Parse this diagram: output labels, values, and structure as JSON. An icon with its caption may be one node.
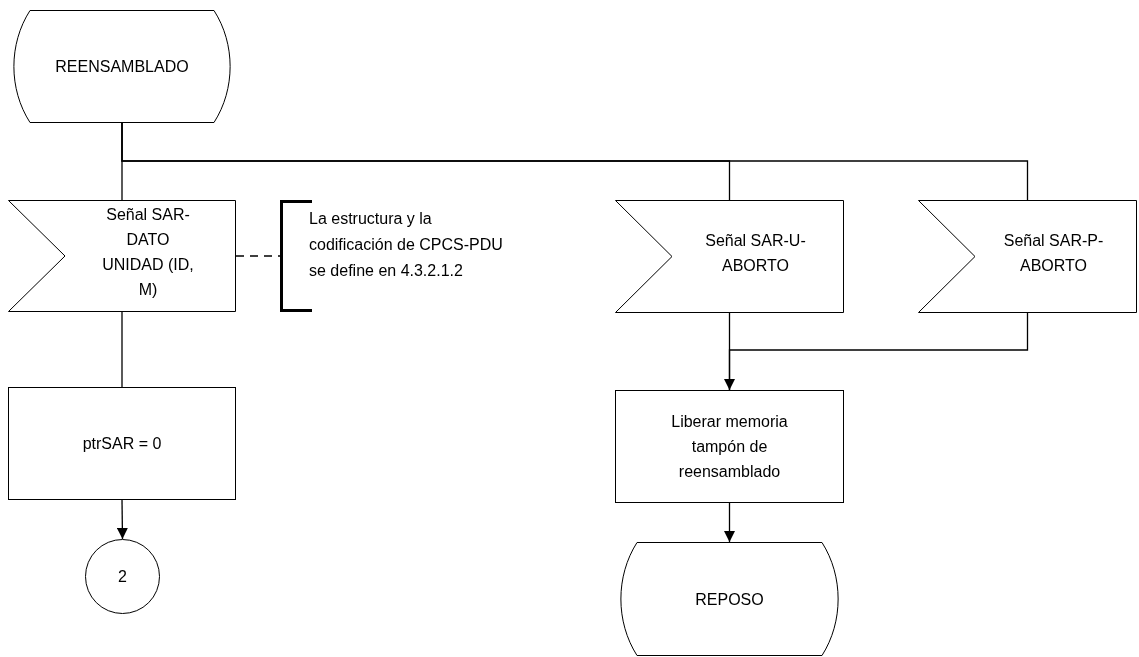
{
  "diagram": {
    "nodes": [
      {
        "text": [
          "REENSAMBLADO"
        ]
      },
      {
        "text": [
          "Señal SAR-DATO UNIDAD (ID, M)"
        ]
      },
      {
        "text": [
          "La estructura y la codificación de CPCS-PDU se define en 4.3.2.1.2"
        ]
      },
      {
        "text": [
          "ptrSAR = 0"
        ]
      },
      {
        "text": [
          "2"
        ]
      },
      {
        "text": [
          "Señal SAR-U-ABORTO"
        ]
      },
      {
        "text": [
          "Señal SAR-P-ABORTO"
        ]
      },
      {
        "text": [
          "Liberar memoria tampón de reensamblado"
        ]
      },
      {
        "text": [
          "REPOSO"
        ]
      }
    ],
    "edges": [
      {
        "from": 0,
        "to": 1,
        "arrow": "none"
      },
      {
        "from": 0,
        "to": 5,
        "arrow": "none"
      },
      {
        "from": 0,
        "to": 6,
        "arrow": "none"
      },
      {
        "from": 1,
        "to": 2,
        "arrow": "none",
        "style": "dashed"
      },
      {
        "from": 1,
        "to": 3,
        "arrow": "none"
      },
      {
        "from": 3,
        "to": 4,
        "arrow": "to"
      },
      {
        "from": 5,
        "to": 7,
        "arrow": "none"
      },
      {
        "from": 6,
        "to": 7,
        "arrow": "to"
      },
      {
        "from": 7,
        "to": 8,
        "arrow": "to"
      }
    ]
  }
}
